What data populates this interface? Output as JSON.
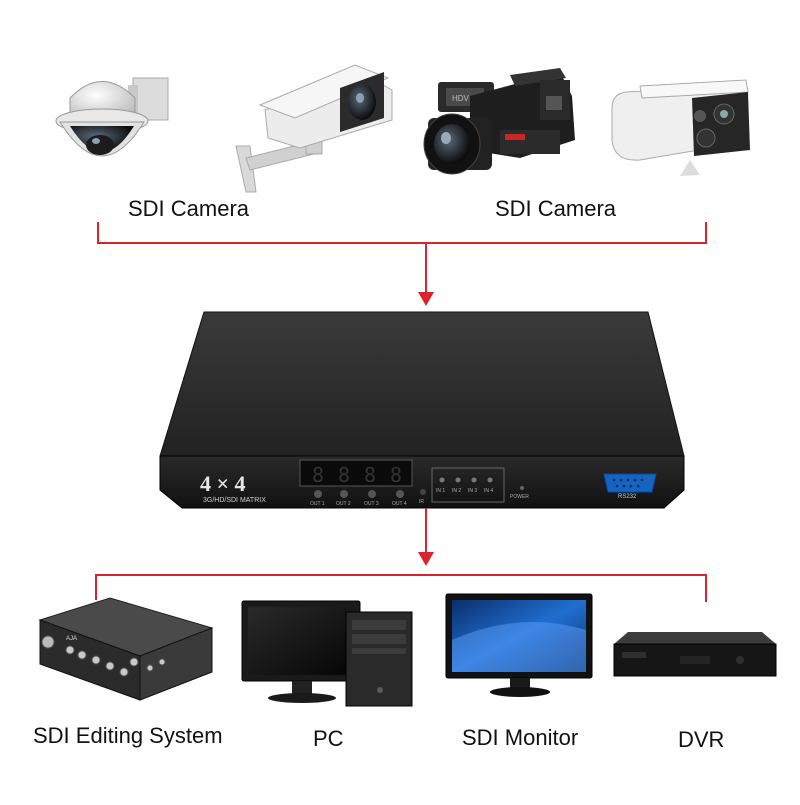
{
  "inputs": {
    "label_left": "SDI Camera",
    "label_right": "SDI Camera"
  },
  "matrix": {
    "model": "4 × 4",
    "subtitle": "3G/HD/SDI MATRIX",
    "outputs": [
      "OUT 1",
      "OUT 2",
      "OUT 3",
      "OUT 4"
    ],
    "inputs": [
      "IN 1",
      "IN 2",
      "IN 3",
      "IN 4"
    ],
    "ir_label": "IR",
    "power_label": "POWER",
    "rs232_label": "RS232",
    "display_digit": "8"
  },
  "outputs": {
    "editing": "SDI Editing System",
    "pc": "PC",
    "monitor": "SDI Monitor",
    "dvr": "DVR"
  },
  "colors": {
    "connector": "#d9232e",
    "device_dark": "#1b1b1b",
    "device_face": "#262626",
    "camera_white": "#eeeeee"
  }
}
